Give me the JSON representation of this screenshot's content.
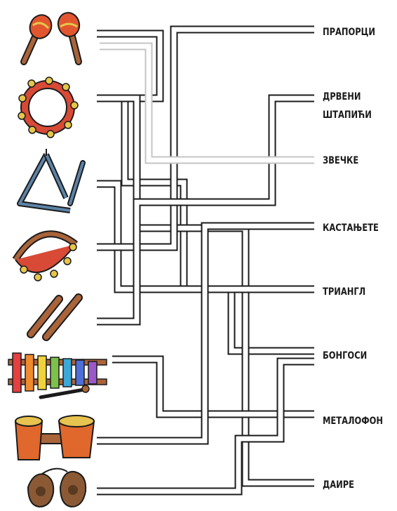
{
  "labels": [
    "ПРАПОРЦИ",
    "ДРВЕНИ",
    "ШТАПИЋИ",
    "ЗВЕЧКЕ",
    "КАСТАЊЕТЕ",
    "ТРИАНГЛ",
    "БОНГОСИ",
    "МЕТАЛОФОН",
    "ДАИРЕ"
  ],
  "instruments": [
    "maracas-icon",
    "tambourine-icon",
    "triangle-icon",
    "jingle-stick-icon",
    "wooden-sticks-icon",
    "xylophone-icon",
    "bongos-icon",
    "castanets-icon"
  ],
  "colors": {
    "ink": "#1b1b1b",
    "highlight_path": "#c4c4c4",
    "maraca": "#e2562f",
    "wood": "#a9643a",
    "bell": "#e6c64a",
    "tambourine": "#d84a35",
    "triangle": "#5d84a9",
    "bongo": "#e0682c",
    "bongo_rim": "#e7c350",
    "castanet": "#8b5a35",
    "xylophone_bars": [
      "#e53f3f",
      "#f08a2e",
      "#f0d23a",
      "#7cc24a",
      "#3aa8d8",
      "#4e6fd8",
      "#9a58c8"
    ]
  }
}
